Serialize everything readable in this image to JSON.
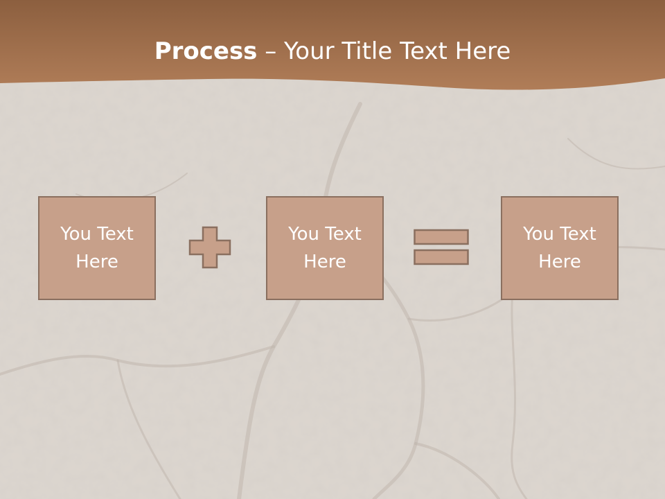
{
  "slide": {
    "title_bold": "Process",
    "title_rest": " – Your Title Text Here"
  },
  "process": {
    "boxes": [
      {
        "line1": "You Text",
        "line2": "Here"
      },
      {
        "line1": "You Text",
        "line2": "Here"
      },
      {
        "line1": "You Text",
        "line2": "Here"
      }
    ],
    "operators": [
      "plus-icon",
      "equals-icon"
    ]
  },
  "colors": {
    "header": "#9c6f4f",
    "box_fill": "#c7a08a",
    "box_border": "#8a6f5f",
    "background": "#cfc6bc",
    "text": "#ffffff"
  }
}
